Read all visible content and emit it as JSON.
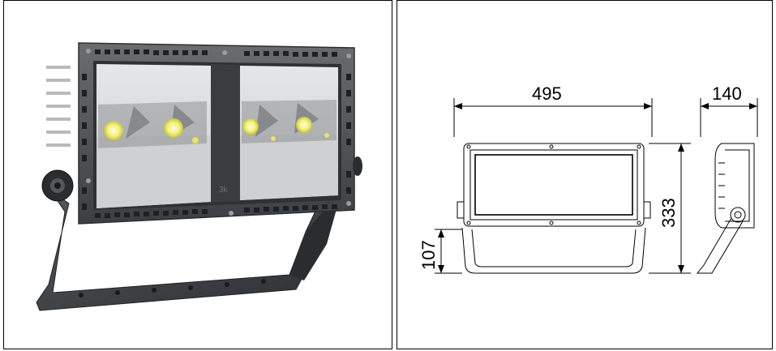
{
  "product_photo": {
    "led_color": "#f2f07a",
    "body_color": "#4a4d50",
    "reflector_color": "#d9dadb"
  },
  "drawing": {
    "width_label": "495",
    "depth_label": "140",
    "height_label": "333",
    "bracket_label": "107"
  }
}
